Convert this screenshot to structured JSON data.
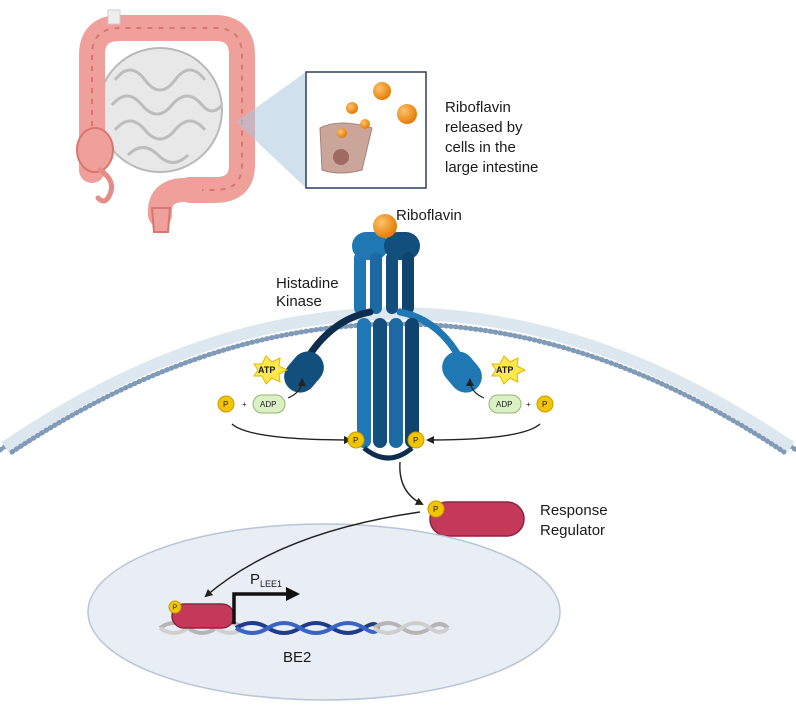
{
  "labels": {
    "release_line1": "Riboflavin",
    "release_line2": "released by",
    "release_line3": "cells in the",
    "release_line4": "large intestine",
    "riboflavin": "Riboflavin",
    "histidine_line1": "Histadine",
    "histidine_line2": "Kinase",
    "response_line1": "Response",
    "response_line2": "Regulator",
    "promoter_main": "P",
    "promoter_sub": "LEE1",
    "gene": "BE2",
    "atp": "ATP",
    "adp": "ADP",
    "plus": "+",
    "phosphate": "P"
  },
  "colors": {
    "colon": "#f0a09b",
    "colon_edge": "#d9766f",
    "small_intestine": "#e6e6e6",
    "riboflavin": "#f0901c",
    "kinase_light": "#1f77b4",
    "kinase_dark": "#134f7d",
    "regulator": "#c4385a",
    "phosphate": "#f2c500",
    "atp": "#ffe94d",
    "adp": "#dcf0c6",
    "membrane": "#a8bdd2",
    "nucleus": "#e9eef4",
    "dna_dark": "#1f3b8c",
    "dna_grey": "#b5b5b5"
  }
}
